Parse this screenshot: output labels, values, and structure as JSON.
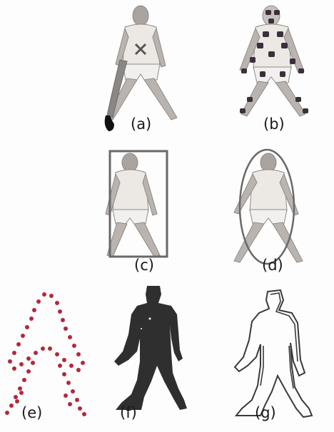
{
  "figure": {
    "panels": [
      {
        "id": "a",
        "label": "(a)"
      },
      {
        "id": "b",
        "label": "(b)"
      },
      {
        "id": "c",
        "label": "(c)"
      },
      {
        "id": "d",
        "label": "(d)"
      },
      {
        "id": "e",
        "label": "(e)"
      },
      {
        "id": "f",
        "label": "(f)"
      },
      {
        "id": "g",
        "label": "(g)"
      }
    ],
    "colors": {
      "photo_skin": "#b9b4b0",
      "photo_shirt": "#e6e3df",
      "photo_dark": "#5d5a57",
      "marker_dark": "#3b2f3a",
      "point_red": "#b3283a",
      "silhouette": "#2f2f2f",
      "contour": "#3a3a3a"
    }
  }
}
